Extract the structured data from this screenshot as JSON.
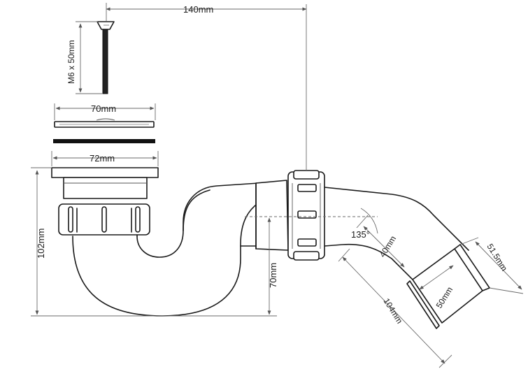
{
  "colors": {
    "line": "#1a1a1a",
    "dimension": "#6a6a6a",
    "background": "#ffffff"
  },
  "dimensions": {
    "overall_width": "140mm",
    "screw_size": "M6 x 50mm",
    "grate_width": "70mm",
    "flange_width": "72mm",
    "height": "102mm",
    "seal_depth": "70mm",
    "outlet_angle": "135°",
    "outlet_stub": "40mm",
    "outlet_length": "104mm",
    "outlet_bore": "50mm",
    "outlet_od": "51.5mm"
  }
}
